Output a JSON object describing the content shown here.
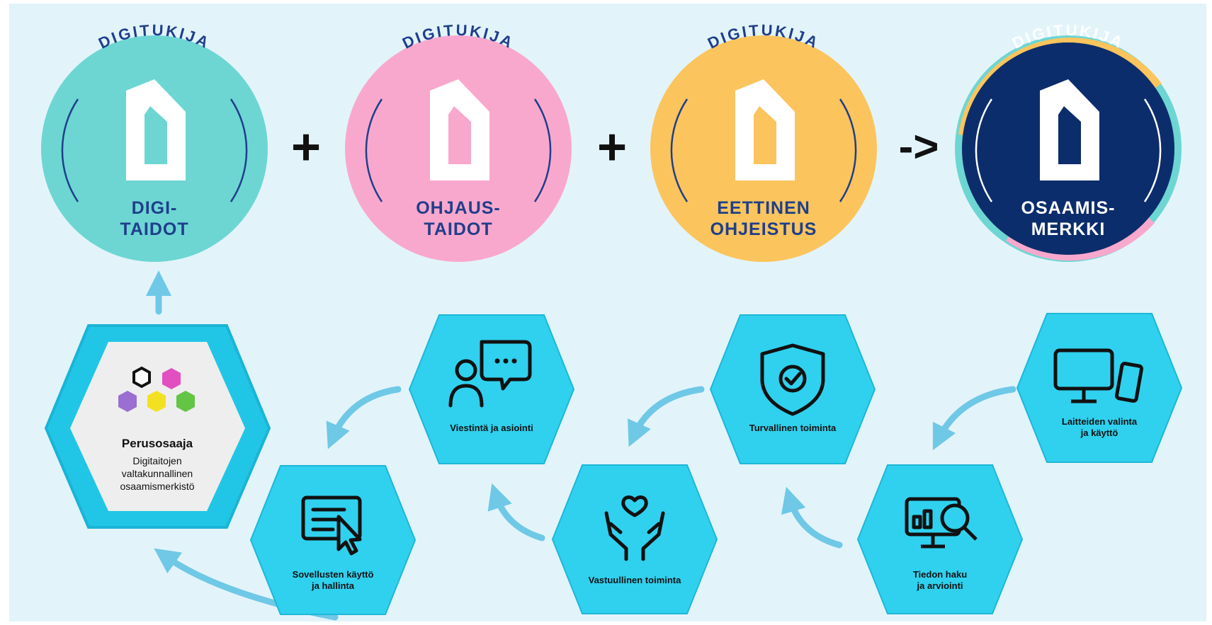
{
  "badges": [
    {
      "arc_text": "DIGITUKIJA",
      "line1": "DIGI-",
      "line2": "TAIDOT",
      "fill": "#6dd6d3",
      "text_color": "#1f3f8a"
    },
    {
      "arc_text": "DIGITUKIJA",
      "line1": "OHJAUS-",
      "line2": "TAIDOT",
      "fill": "#f9a8cd",
      "text_color": "#1f3f8a"
    },
    {
      "arc_text": "DIGITUKIJA",
      "line1": "EETTINEN",
      "line2": "OHJEISTUS",
      "fill": "#fbc45d",
      "text_color": "#1f3f8a"
    },
    {
      "arc_text": "DIGITUKIJA",
      "line1": "OSAAMIS-",
      "line2": "MERKKI",
      "fill": "#0c2d6b",
      "text_color": "#ffffff"
    }
  ],
  "operators": {
    "plus1": "+",
    "plus2": "+",
    "arrow": "->"
  },
  "perusosaaja": {
    "title": "Perusosaaja",
    "line1": "Digitaitojen",
    "line2": "valtakunnallinen",
    "line3": "osaamismerkistö"
  },
  "hexes": {
    "laitteet": {
      "line1": "Laitteiden valinta",
      "line2": "ja käyttö"
    },
    "tiedon": {
      "line1": "Tiedon haku",
      "line2": "ja arviointi"
    },
    "turvallinen": {
      "line1": "Turvallinen toiminta"
    },
    "vastuullinen": {
      "line1": "Vastuullinen toiminta"
    },
    "viestinta": {
      "line1": "Viestintä ja asiointi"
    },
    "sovellusten": {
      "line1": "Sovellusten käyttö",
      "line2": "ja hallinta"
    }
  },
  "colors": {
    "background": "#e2f4fa",
    "hex_fill": "#2fd1ee",
    "hex_stroke": "#1fb7d8",
    "arrow": "#6fc8e6",
    "perusosaaja_frame": "#21c6e6",
    "perusosaaja_inner": "#eeeeee",
    "cell_purple": "#9b6fd1",
    "cell_yellow": "#f3e121",
    "cell_green": "#62c544",
    "cell_pink": "#e14fc0",
    "cell_teal": "#22b8d8"
  }
}
